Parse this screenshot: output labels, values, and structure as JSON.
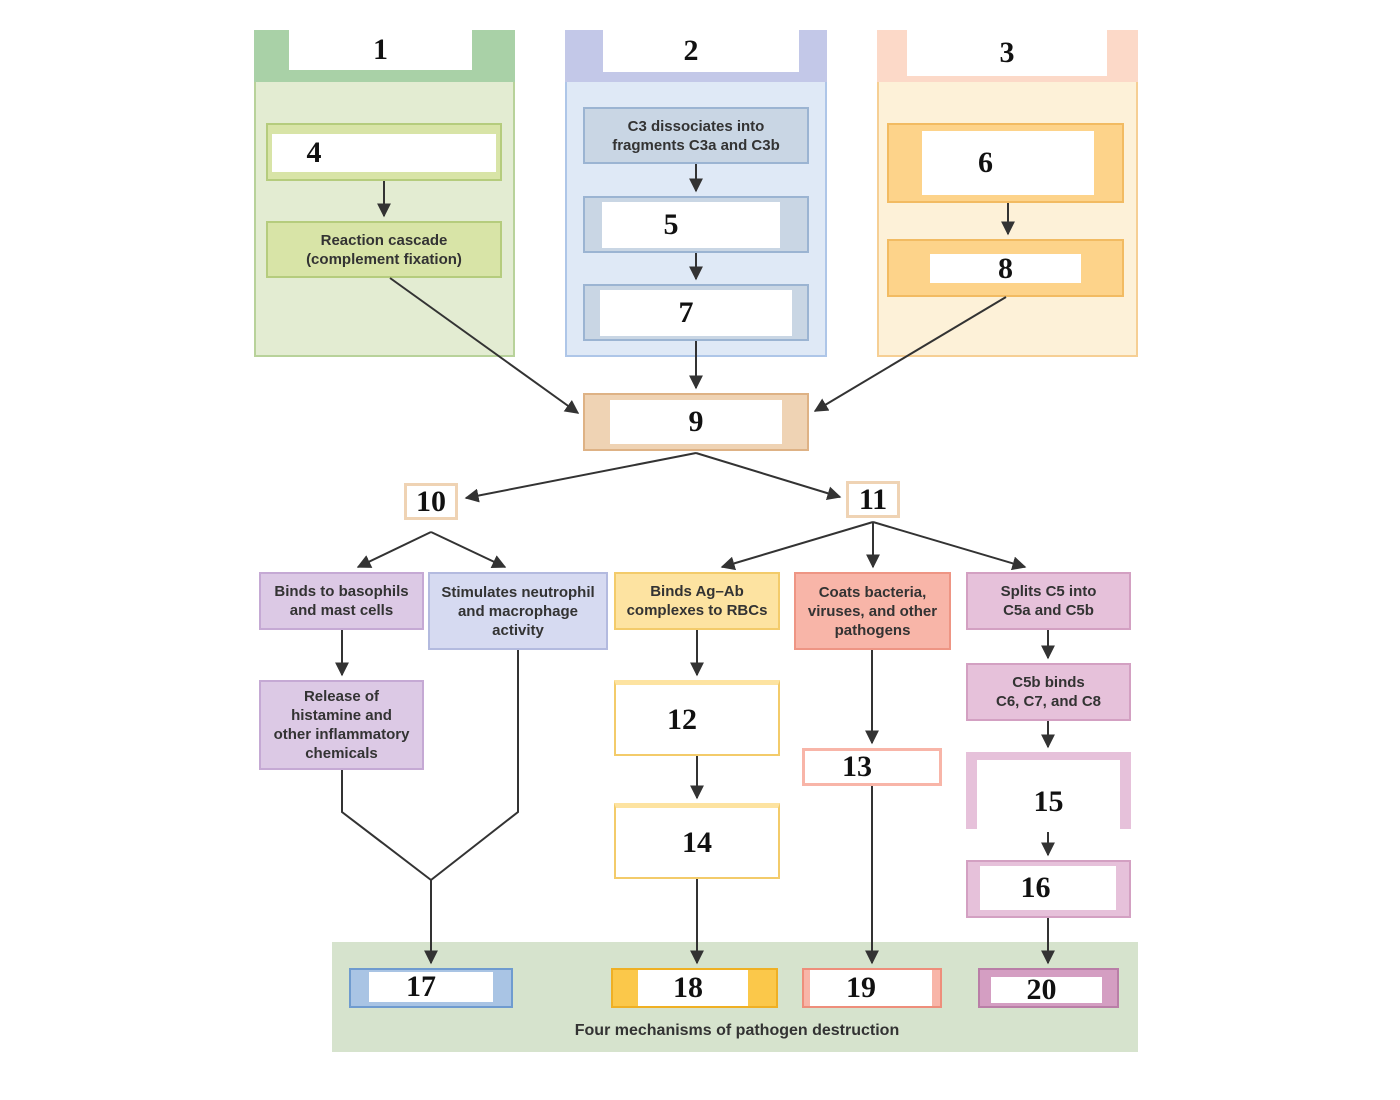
{
  "colors": {
    "green_panel": "#e3ecd2",
    "green_header": "#a9d1a7",
    "green_box": "#d8e4a7",
    "blue_panel": "#dfe9f6",
    "blue_header": "#c3c8e8",
    "blue_box": "#c9d6e4",
    "orange_panel": "#fdf1d8",
    "orange_header": "#fcd9c8",
    "orange_box": "#fdd38a",
    "tan": "#efd3b4",
    "lavender": "#dcc9e5",
    "periwinkle": "#d6daf1",
    "yellow": "#fde3a1",
    "salmon": "#f8b5a8",
    "pink": "#e6c1da",
    "bottom_band": "#d6e3cd",
    "blue_final": "#a9c4e4",
    "gold_final": "#fbc84a",
    "pink_final": "#d49ec2"
  },
  "labels": {
    "n1": "1",
    "n2": "2",
    "n3": "3",
    "n4": "4",
    "n5": "5",
    "n6": "6",
    "n7": "7",
    "n8": "8",
    "n9": "9",
    "n10": "10",
    "n11": "11",
    "n12": "12",
    "n13": "13",
    "n14": "14",
    "n15": "15",
    "n16": "16",
    "n17": "17",
    "n18": "18",
    "n19": "19",
    "n20": "20"
  },
  "text": {
    "reaction_cascade": "Reaction cascade\n(complement fixation)",
    "c3_dissociates": "C3 dissociates into\nfragments C3a and C3b",
    "binds_basophils": "Binds to basophils\nand mast cells",
    "stimulates_neutrophil": "Stimulates neutrophil\nand macrophage\nactivity",
    "binds_agab": "Binds Ag–Ab\ncomplexes to RBCs",
    "coats_bacteria": "Coats bacteria,\nviruses, and other\npathogens",
    "splits_c5": "Splits C5 into\nC5a and C5b",
    "release_histamine": "Release of\nhistamine and\nother inflammatory\nchemicals",
    "c5b_binds": "C5b binds\nC6, C7, and C8",
    "four_mechanisms": "Four mechanisms of pathogen destruction"
  }
}
